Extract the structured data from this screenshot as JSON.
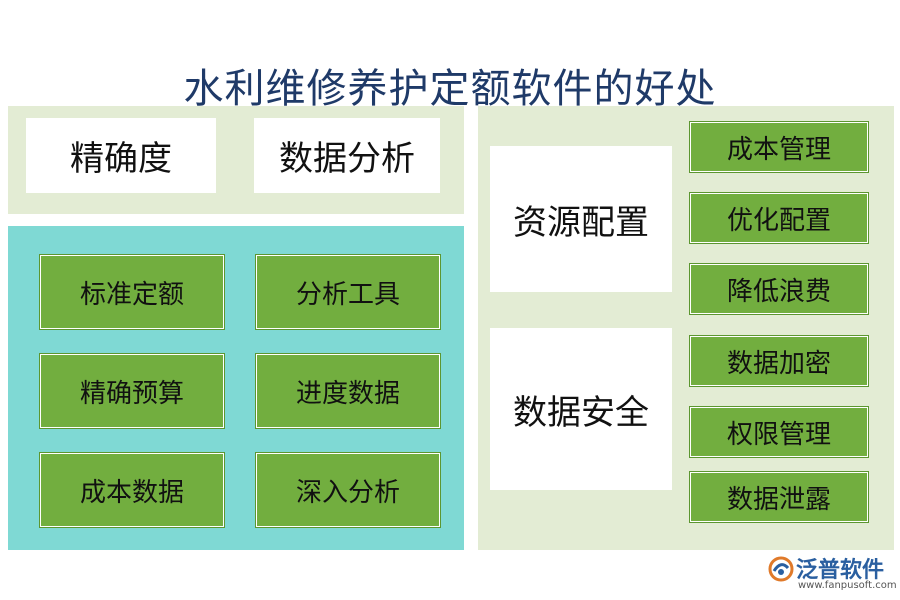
{
  "title": "水利维修养护定额软件的好处",
  "top_panel": {
    "items": [
      "精确度",
      "数据分析"
    ]
  },
  "left_panel": {
    "items": [
      "标准定额",
      "分析工具",
      "精确预算",
      "进度数据",
      "成本数据",
      "深入分析"
    ]
  },
  "right_panel": {
    "groups": [
      {
        "label": "资源配置",
        "items": [
          "成本管理",
          "优化配置",
          "降低浪费"
        ]
      },
      {
        "label": "数据安全",
        "items": [
          "数据加密",
          "权限管理",
          "数据泄露"
        ]
      }
    ]
  },
  "logo": {
    "name": "泛普软件",
    "url": "www.fanpusoft.com",
    "icon": "fanpu-logo-icon"
  },
  "colors": {
    "title": "#1f3a68",
    "panel_light": "#e3ecd4",
    "panel_teal": "#7fd9d4",
    "green_box": "#72ae3f"
  }
}
